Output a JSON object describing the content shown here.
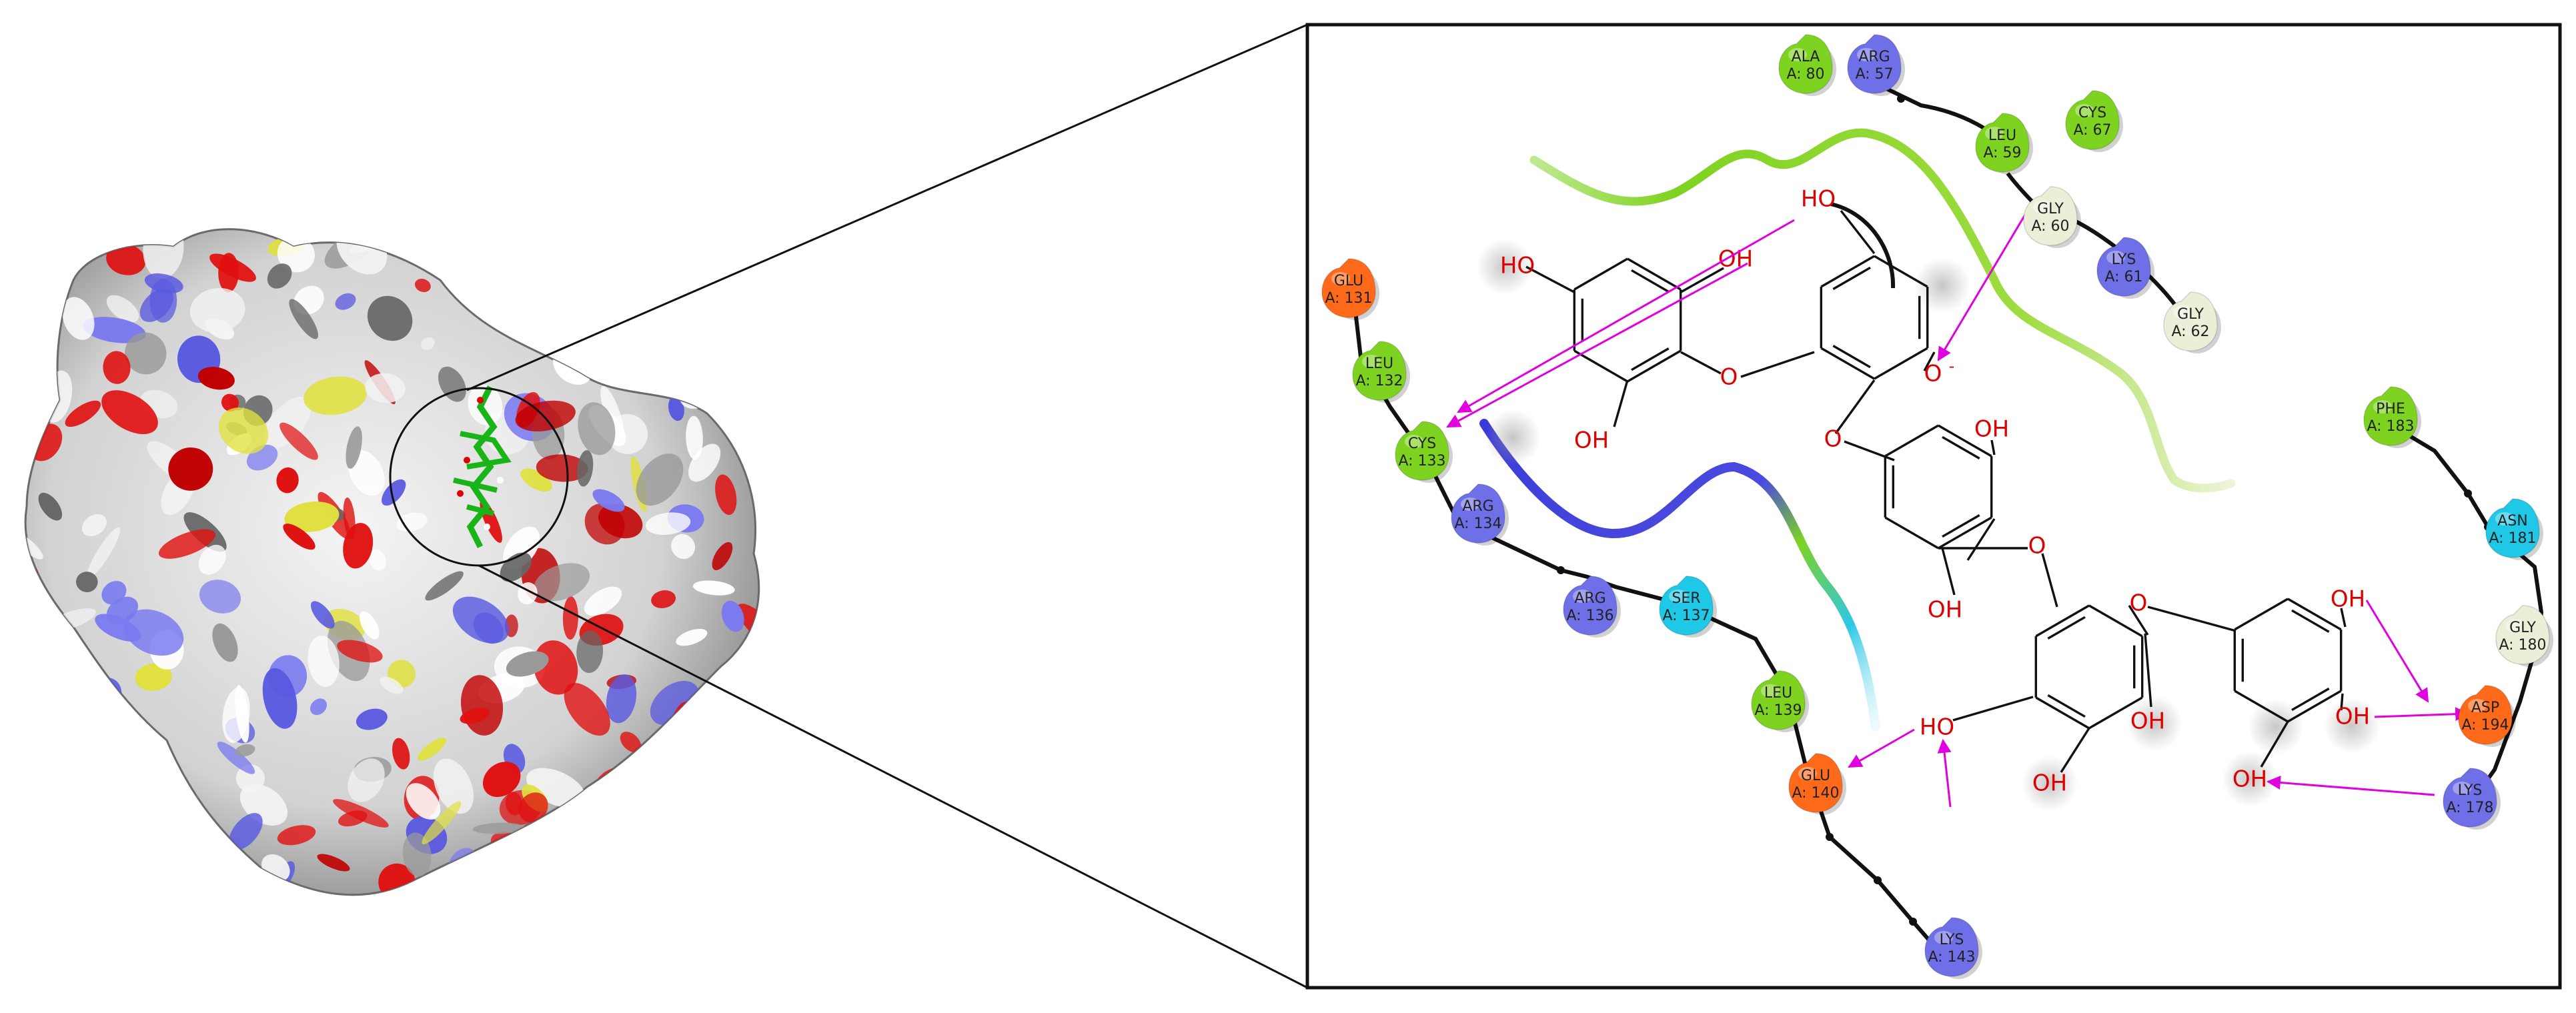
{
  "colors": {
    "hbond": "#e000e0",
    "atom_o": "#e00000",
    "bond": "#111111",
    "green_res": "#7ed321",
    "blue_res": "#6f6fe8",
    "cyan_res": "#1ec8e6",
    "orange_res": "#ff6a1a",
    "white_res": "#ecefd8"
  },
  "residues": [
    {
      "name": "ALA",
      "chain": "A: 80",
      "color": "green_res"
    },
    {
      "name": "ARG",
      "chain": "A: 57",
      "color": "blue_res"
    },
    {
      "name": "LEU",
      "chain": "A: 59",
      "color": "green_res"
    },
    {
      "name": "CYS",
      "chain": "A: 67",
      "color": "green_res"
    },
    {
      "name": "GLY",
      "chain": "A: 60",
      "color": "white_res"
    },
    {
      "name": "LYS",
      "chain": "A: 61",
      "color": "blue_res"
    },
    {
      "name": "GLY",
      "chain": "A: 62",
      "color": "white_res"
    },
    {
      "name": "GLU",
      "chain": "A: 131",
      "color": "orange_res"
    },
    {
      "name": "LEU",
      "chain": "A: 132",
      "color": "green_res"
    },
    {
      "name": "CYS",
      "chain": "A: 133",
      "color": "green_res"
    },
    {
      "name": "ARG",
      "chain": "A: 134",
      "color": "blue_res"
    },
    {
      "name": "ARG",
      "chain": "A: 136",
      "color": "blue_res"
    },
    {
      "name": "SER",
      "chain": "A: 137",
      "color": "cyan_res"
    },
    {
      "name": "LEU",
      "chain": "A: 139",
      "color": "green_res"
    },
    {
      "name": "GLU",
      "chain": "A: 140",
      "color": "orange_res"
    },
    {
      "name": "LYS",
      "chain": "A: 143",
      "color": "blue_res"
    },
    {
      "name": "PHE",
      "chain": "A: 183",
      "color": "green_res"
    },
    {
      "name": "ASN",
      "chain": "A: 181",
      "color": "cyan_res"
    },
    {
      "name": "GLY",
      "chain": "A: 180",
      "color": "white_res"
    },
    {
      "name": "ASP",
      "chain": "A: 194",
      "color": "orange_res"
    },
    {
      "name": "LYS",
      "chain": "A: 178",
      "color": "blue_res"
    }
  ],
  "atoms": {
    "ho_left": "HO",
    "oh_top": "OH",
    "ho_top": "HO",
    "o_ether1": "O",
    "o_minus": "O",
    "o_minus_charge": "-",
    "oh_left_ring": "OH",
    "o_ether2": "O",
    "oh_mid_right": "OH",
    "o_ether3": "O",
    "oh_mid_low": "OH",
    "o_ether4": "O",
    "oh_right_top": "OH",
    "ho_lower": "HO",
    "oh_c1": "OH",
    "oh_c2": "OH",
    "oh_right_mid": "OH",
    "oh_right_low": "OH"
  }
}
